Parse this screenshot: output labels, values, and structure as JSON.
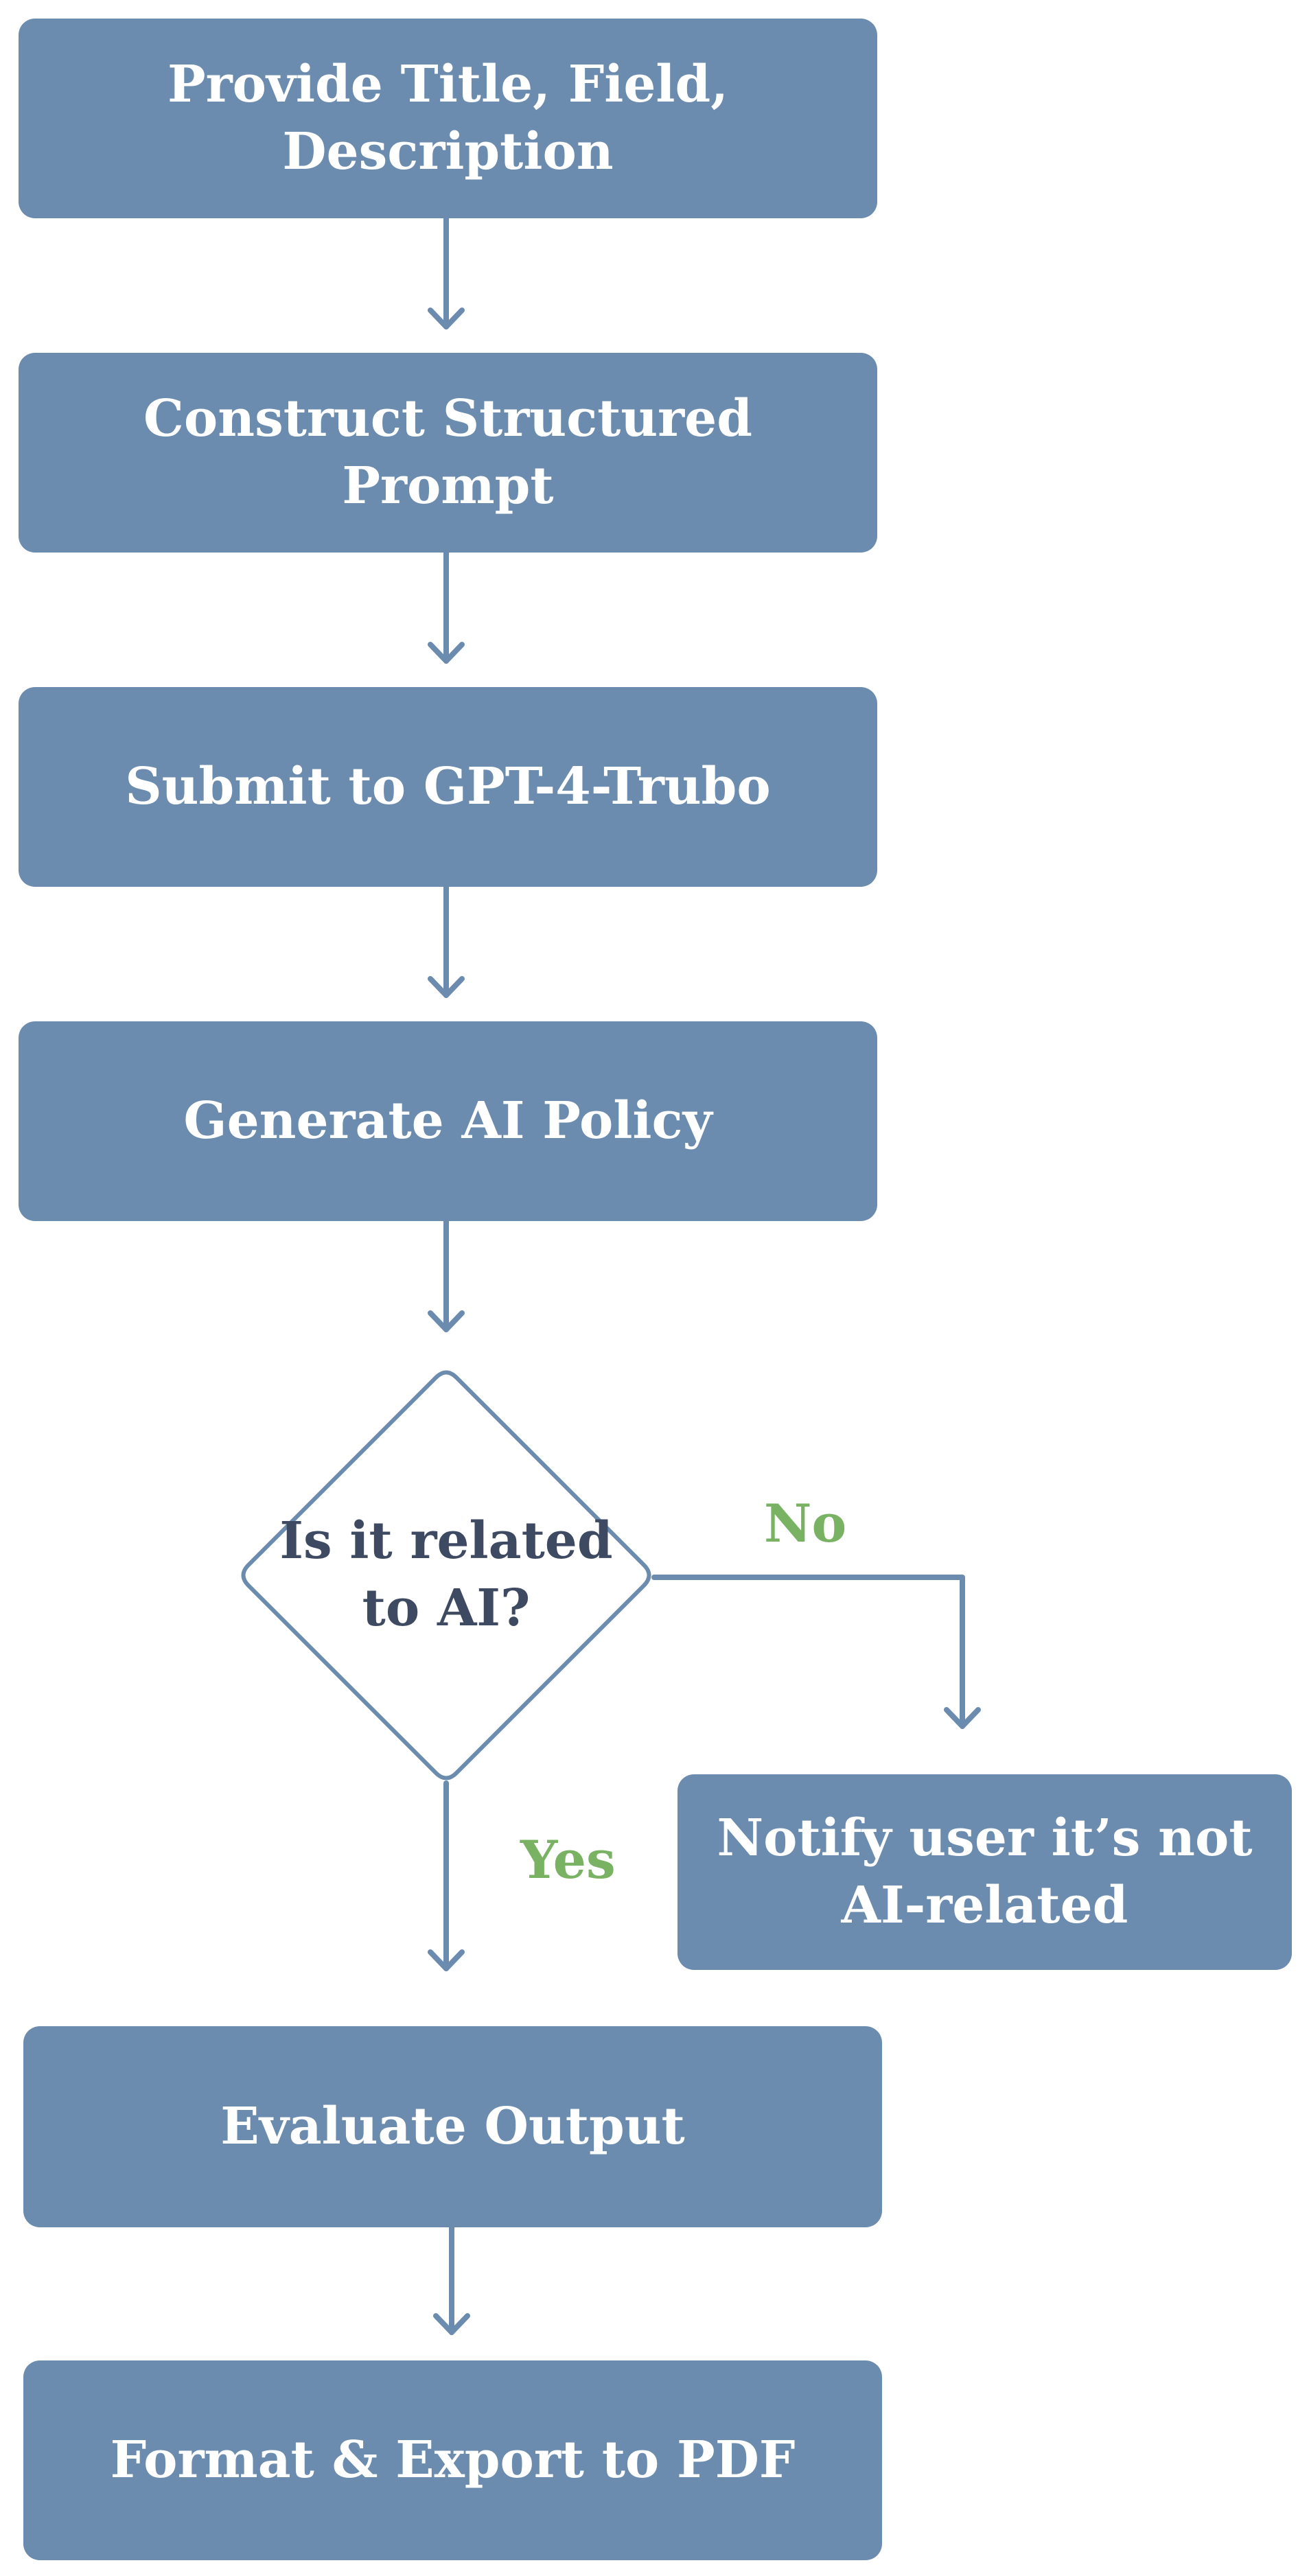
{
  "diagram": {
    "nodes": {
      "provide_input": "Provide Title, Field,\nDescription",
      "construct_prompt": "Construct Structured Prompt",
      "submit_model": "Submit to GPT-4-Trubo",
      "generate_policy": "Generate AI Policy",
      "decision": "Is it related\nto AI?",
      "notify_user": "Notify user it’s not\nAI-related",
      "evaluate_output": "Evaluate Output",
      "format_export": "Format & Export to PDF"
    },
    "edge_labels": {
      "no": "No",
      "yes": "Yes"
    },
    "colors": {
      "box_fill": "#6b8cae",
      "arrow": "#6b8cae",
      "decision_text": "#3e4a62",
      "edge_label": "#7ab263",
      "box_text": "#ffffff"
    }
  }
}
